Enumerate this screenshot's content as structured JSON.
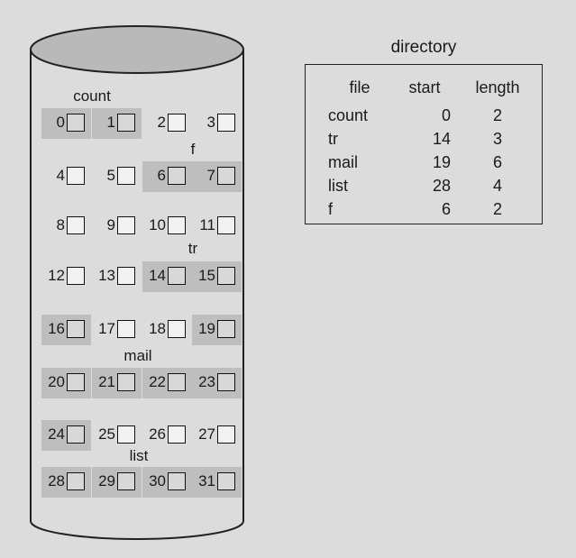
{
  "disk": {
    "blocks": [
      "0",
      "1",
      "2",
      "3",
      "4",
      "5",
      "6",
      "7",
      "8",
      "9",
      "10",
      "11",
      "12",
      "13",
      "14",
      "15",
      "16",
      "17",
      "18",
      "19",
      "20",
      "21",
      "22",
      "23",
      "24",
      "25",
      "26",
      "27",
      "28",
      "29",
      "30",
      "31"
    ],
    "allocated_blocks": [
      0,
      1,
      6,
      7,
      14,
      15,
      16,
      19,
      20,
      21,
      22,
      23,
      24,
      28,
      29,
      30,
      31
    ],
    "file_tags": {
      "count": "count",
      "f": "f",
      "tr": "tr",
      "mail": "mail",
      "list": "list"
    }
  },
  "directory": {
    "title": "directory",
    "columns": [
      "file",
      "start",
      "length"
    ],
    "rows": [
      {
        "file": "count",
        "start": "0",
        "length": "2"
      },
      {
        "file": "tr",
        "start": "14",
        "length": "3"
      },
      {
        "file": "mail",
        "start": "19",
        "length": "6"
      },
      {
        "file": "list",
        "start": "28",
        "length": "4"
      },
      {
        "file": "f",
        "start": "6",
        "length": "2"
      }
    ]
  },
  "colors": {
    "background": "#dcdcdc",
    "cylinder_top": "#b9b9b9",
    "allocated_shade": "#bebebe",
    "outline": "#222222"
  }
}
